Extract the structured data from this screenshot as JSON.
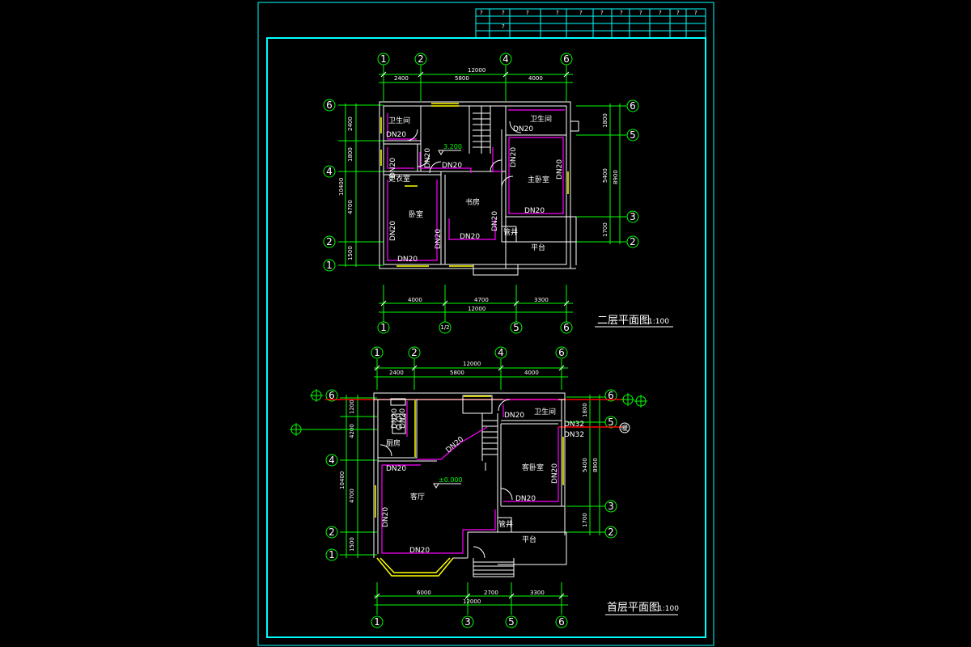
{
  "colors": {
    "background": "#000000",
    "frame": "#00ffff",
    "dimension": "#00ff00",
    "wall": "#ffffff",
    "pipe": "#ff00ff",
    "window": "#ffff00",
    "supply_line": "#ff0000"
  },
  "title_block": {
    "cells": [
      "?",
      "?",
      "?",
      "?",
      "?",
      "?",
      "?",
      "?",
      "?",
      "?",
      "?",
      "?"
    ]
  },
  "second_floor": {
    "title": "二层平面图",
    "scale": "1:100",
    "top_axes": [
      "1",
      "2",
      "4",
      "6"
    ],
    "bottom_axes": [
      "1",
      "1/2",
      "5",
      "6"
    ],
    "left_axes": [
      "6",
      "4",
      "2",
      "1"
    ],
    "right_axes": [
      "6",
      "5",
      "3",
      "2"
    ],
    "top_total": "12000",
    "top_segments": [
      "2400",
      "5800",
      "4000"
    ],
    "bottom_total": "12000",
    "bottom_segments": [
      "4000",
      "4700",
      "3300"
    ],
    "left_segments": [
      "2400",
      "1800",
      "4700",
      "1500"
    ],
    "left_total": "10400",
    "right_segments": [
      "1800",
      "5400",
      "1700"
    ],
    "right_total": "8900",
    "elevation": "3.200",
    "rooms": {
      "bath_left": "卫生间",
      "closet": "更衣室",
      "bedroom": "卧室",
      "study": "书房",
      "bath_right": "卫生间",
      "master": "主卧室",
      "balcony": "平台",
      "shaft": "管井"
    },
    "pipes": [
      "DN20",
      "DN20",
      "DN20",
      "DN20",
      "DN20",
      "DN20",
      "DN20",
      "DN20",
      "DN20",
      "DN20",
      "DN20",
      "DN20",
      "DN20"
    ]
  },
  "first_floor": {
    "title": "首层平面图",
    "scale": "1:100",
    "top_axes": [
      "1",
      "2",
      "4",
      "6"
    ],
    "bottom_axes": [
      "1",
      "3",
      "5",
      "6"
    ],
    "left_axes": [
      "6",
      "4",
      "2",
      "1"
    ],
    "right_axes": [
      "6",
      "5",
      "3",
      "2"
    ],
    "top_total": "12000",
    "top_segments": [
      "2400",
      "5800",
      "4000"
    ],
    "bottom_total": "12000",
    "bottom_segments": [
      "6000",
      "2700",
      "3300"
    ],
    "left_segments": [
      "1200",
      "4200",
      "4700",
      "1500"
    ],
    "left_total": "10400",
    "right_segments": [
      "1800",
      "5400",
      "1700"
    ],
    "right_total": "8900",
    "elevation": "±0.000",
    "rooms": {
      "kitchen": "厨房",
      "living": "客厅",
      "bath": "卫生间",
      "guest": "客卧室",
      "terrace": "平台",
      "shaft": "管井"
    },
    "pipes": [
      "DN20",
      "DN20",
      "DN20",
      "DN20",
      "DN20",
      "DN20",
      "DN20",
      "DN20",
      "DN32",
      "DN32",
      "DN20"
    ],
    "riser_label": "暖"
  }
}
